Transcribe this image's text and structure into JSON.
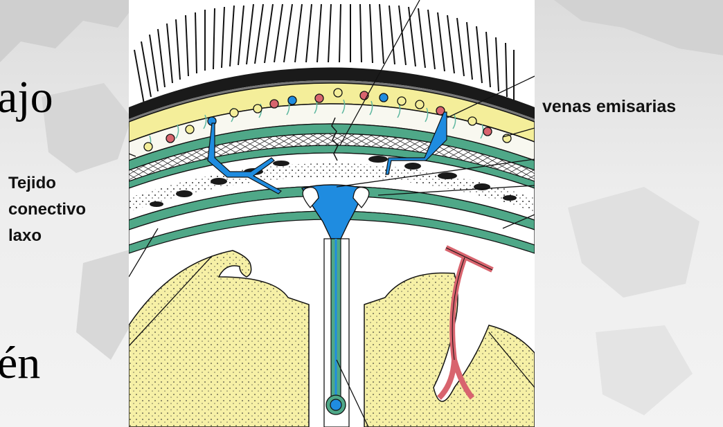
{
  "slide": {
    "fragments": [
      "ajo",
      "én"
    ]
  },
  "labels": {
    "tejido": [
      "Tejido",
      "conectivo",
      "laxo"
    ],
    "venas": "venas emisarias"
  },
  "colors": {
    "scalp_yellow": "#f4ee9a",
    "brain_yellow": "#f6f0a6",
    "dura_green": "#4fa888",
    "sinus_blue": "#1f8ce0",
    "artery_red": "#d8646e",
    "outline": "#111111"
  }
}
